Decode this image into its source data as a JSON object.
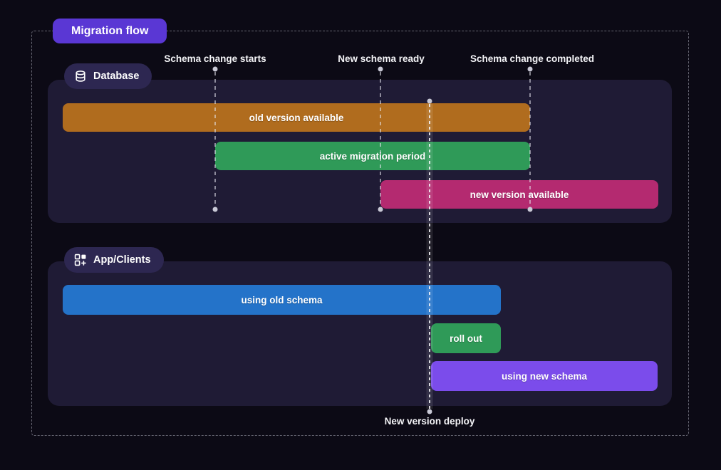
{
  "diagram": {
    "title": "Migration flow",
    "milestones": [
      {
        "label": "Schema change starts"
      },
      {
        "label": "New schema ready"
      },
      {
        "label": "Schema change completed"
      }
    ],
    "deploy": {
      "label": "New version deploy"
    },
    "lanes": [
      {
        "label": "Database",
        "icon": "database-icon",
        "bars": [
          {
            "label": "old version available",
            "color": "#b06c1e"
          },
          {
            "label": "active migration period",
            "color": "#2f9a58"
          },
          {
            "label": "new version available",
            "color": "#b42a70"
          }
        ]
      },
      {
        "label": "App/Clients",
        "icon": "apps-plus-icon",
        "bars": [
          {
            "label": "using old schema",
            "color": "#2473c9"
          },
          {
            "label": "roll out",
            "color": "#2f9a58"
          },
          {
            "label": "using new schema",
            "color": "#7b4ceb"
          }
        ]
      }
    ],
    "colors": {
      "background": "#0c0a15",
      "panel": "#1f1b35",
      "title_badge": "#5a37d4",
      "lane_badge": "#2d2751",
      "guide_dot": "#c9c9d6",
      "frame_border": "#a2a2b0"
    }
  }
}
